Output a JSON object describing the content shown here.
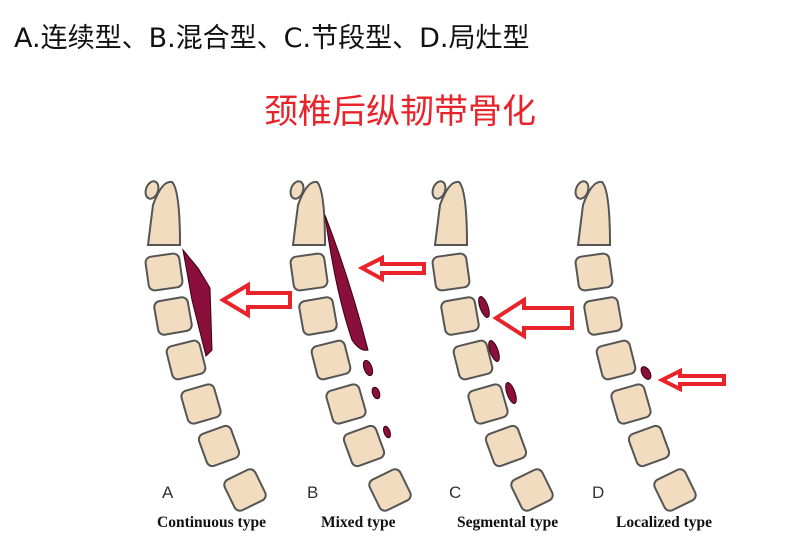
{
  "question": "A.连续型、B.混合型、C.节段型、D.局灶型",
  "title": "颈椎后纵韧带骨化",
  "panels": [
    {
      "letter": "A",
      "caption": "Continuous type"
    },
    {
      "letter": "B",
      "caption": "Mixed type"
    },
    {
      "letter": "C",
      "caption": "Segmental type"
    },
    {
      "letter": "D",
      "caption": "Localized type"
    }
  ],
  "colors": {
    "bone": "#f2dcc0",
    "ossification": "#8a0f3a",
    "arrow": "#e8242a",
    "title": "#e8242a"
  }
}
